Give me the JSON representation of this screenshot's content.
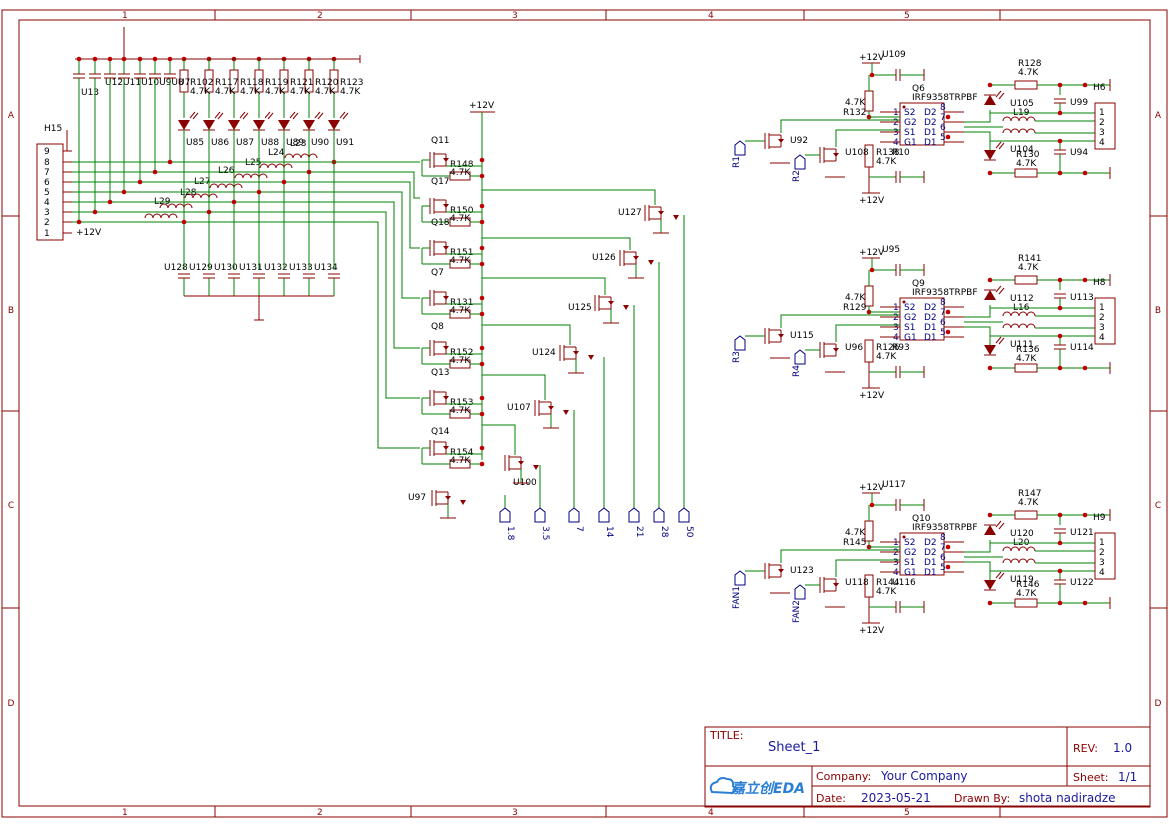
{
  "grid": {
    "columns": [
      "1",
      "2",
      "3",
      "4",
      "5"
    ],
    "rows": [
      "A",
      "B",
      "C",
      "D"
    ]
  },
  "title_block": {
    "title_label": "TITLE:",
    "title": "Sheet_1",
    "rev_label": "REV:",
    "rev": "1.0",
    "company_label": "Company:",
    "company": "Your Company",
    "sheet_label": "Sheet:",
    "sheet": "1/1",
    "date_label": "Date:",
    "date": "2023-05-21",
    "drawn_label": "Drawn By:",
    "drawn_by": "shota nadiradze",
    "logo_text": "嘉立创EDA"
  },
  "power": {
    "vcc": "+12V"
  },
  "connector_h15": {
    "ref": "H15",
    "pins": [
      "9",
      "8",
      "7",
      "6",
      "5",
      "4",
      "3",
      "2",
      "1"
    ],
    "pin1_net": "+12V"
  },
  "top_caps": {
    "refs": [
      "U13",
      "U12",
      "U11",
      "U10",
      "U9",
      "U8"
    ]
  },
  "resistor_row": {
    "refs": [
      "U7",
      "R102",
      "R117",
      "R118",
      "R119",
      "R121",
      "R120",
      "R123"
    ],
    "values": [
      "4.7K",
      "4.7K",
      "4.7K",
      "4.7K",
      "4.7K",
      "4.7K",
      "4.7K"
    ]
  },
  "led_row": {
    "refs": [
      "U85",
      "U86",
      "U87",
      "U88",
      "U89",
      "U90",
      "U91"
    ]
  },
  "inductors": {
    "refs": [
      "L23",
      "L24",
      "L25",
      "L26",
      "L27",
      "L28",
      "L29"
    ]
  },
  "bottom_caps": {
    "refs": [
      "U128",
      "U129",
      "U130",
      "U131",
      "U132",
      "U133",
      "U134"
    ]
  },
  "mosfet_ladder": {
    "q_refs": [
      "Q11",
      "Q17",
      "Q18",
      "Q7",
      "Q8",
      "Q13",
      "Q14"
    ],
    "r_refs": [
      "R148",
      "R150",
      "R151",
      "R131",
      "R152",
      "R153",
      "R154"
    ],
    "value": "4.7K",
    "driver_refs": [
      "U127",
      "U126",
      "U125",
      "U124",
      "U107",
      "U100",
      "U97"
    ],
    "nets": [
      "1.8",
      "3.5",
      "7",
      "14",
      "21",
      "28",
      "50"
    ]
  },
  "output_channels": [
    {
      "cap_ref": "U109",
      "mosfet": "Q6",
      "part": "IRF9358TRPBF",
      "gate_r": "R132",
      "gate_r_val": "4.7K",
      "pull_r": "R138",
      "pull_r_ref2": "R10",
      "pull_r_val": "4.7K",
      "drv_a": "U92",
      "drv_b": "U108",
      "net_a": "R1",
      "net_b": "R2",
      "r_top": "R128",
      "r_top_val": "4.7K",
      "r_bot": "R130",
      "r_bot_val": "4.7K",
      "led_top": "U105",
      "led_bot": "U104",
      "inductor": "L19",
      "cap_top": "U99",
      "cap_bot": "U94",
      "conn": "H6",
      "pins": [
        "1",
        "2",
        "3",
        "4"
      ],
      "pin_labels": [
        "S2",
        "G2",
        "S1",
        "G1"
      ],
      "pin_nums_l": [
        "1",
        "2",
        "3",
        "4"
      ],
      "pin_labels_r": [
        "D2",
        "D2",
        "D1",
        "D1"
      ],
      "pin_nums_r": [
        "8",
        "7",
        "6",
        "5"
      ]
    },
    {
      "cap_ref": "U95",
      "mosfet": "Q9",
      "part": "IRF9358TRPBF",
      "gate_r": "R129",
      "gate_r_val": "4.7K",
      "pull_r": "R126",
      "pull_r_ref2": "R93",
      "pull_r_val": "4.7K",
      "drv_a": "U115",
      "drv_b": "U96",
      "net_a": "R3",
      "net_b": "R4",
      "r_top": "R141",
      "r_top_val": "4.7K",
      "r_bot": "R136",
      "r_bot_val": "4.7K",
      "led_top": "U112",
      "led_bot": "U111",
      "inductor": "L16",
      "cap_top": "U113",
      "cap_bot": "U114",
      "conn": "H8",
      "pins": [
        "1",
        "2",
        "3",
        "4"
      ],
      "pin_labels": [
        "S2",
        "G2",
        "S1",
        "G1"
      ],
      "pin_nums_l": [
        "1",
        "2",
        "3",
        "4"
      ],
      "pin_labels_r": [
        "D2",
        "D2",
        "D1",
        "D1"
      ],
      "pin_nums_r": [
        "8",
        "7",
        "6",
        "5"
      ]
    },
    {
      "cap_ref": "U117",
      "mosfet": "Q10",
      "part": "IRF9358TRPBF",
      "gate_r": "R145",
      "gate_r_val": "4.7K",
      "pull_r": "R144",
      "pull_r_ref2": "U116",
      "pull_r_val": "4.7K",
      "drv_a": "U123",
      "drv_b": "U118",
      "net_a": "FAN1",
      "net_b": "FAN2",
      "r_top": "R147",
      "r_top_val": "4.7K",
      "r_bot": "R146",
      "r_bot_val": "4.7K",
      "led_top": "U120",
      "led_bot": "U119",
      "inductor": "L20",
      "cap_top": "U121",
      "cap_bot": "U122",
      "conn": "H9",
      "pins": [
        "1",
        "2",
        "3",
        "4"
      ],
      "pin_labels": [
        "S2",
        "G2",
        "S1",
        "G1"
      ],
      "pin_nums_l": [
        "1",
        "2",
        "3",
        "4"
      ],
      "pin_labels_r": [
        "D2",
        "D2",
        "D1",
        "D1"
      ],
      "pin_nums_r": [
        "8",
        "7",
        "6",
        "5"
      ]
    }
  ]
}
